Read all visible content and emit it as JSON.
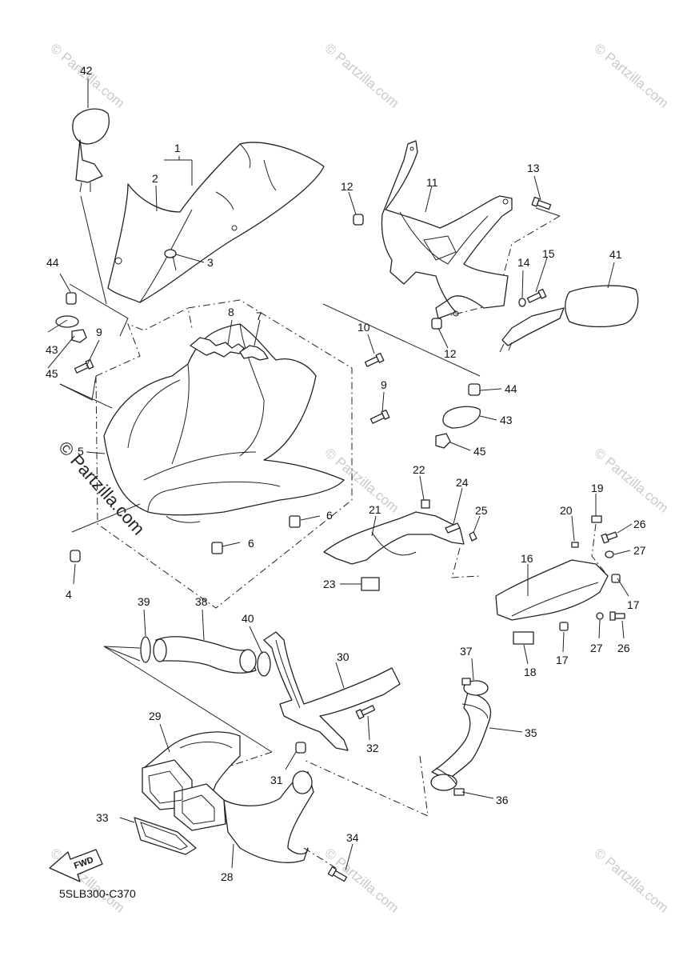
{
  "diagram": {
    "code": "5SLB300-C370",
    "fwd_label": "FWD",
    "watermark": "© Partzilla.com",
    "watermark_main": "© Partzilla.com"
  },
  "callouts": [
    {
      "id": "c1",
      "text": "1"
    },
    {
      "id": "c2",
      "text": "2"
    },
    {
      "id": "c3",
      "text": "3"
    },
    {
      "id": "c4",
      "text": "4"
    },
    {
      "id": "c5",
      "text": "5"
    },
    {
      "id": "c6a",
      "text": "6"
    },
    {
      "id": "c6b",
      "text": "6"
    },
    {
      "id": "c7",
      "text": "7"
    },
    {
      "id": "c8",
      "text": "8"
    },
    {
      "id": "c9a",
      "text": "9"
    },
    {
      "id": "c9b",
      "text": "9"
    },
    {
      "id": "c10",
      "text": "10"
    },
    {
      "id": "c11",
      "text": "11"
    },
    {
      "id": "c12a",
      "text": "12"
    },
    {
      "id": "c12b",
      "text": "12"
    },
    {
      "id": "c13",
      "text": "13"
    },
    {
      "id": "c14",
      "text": "14"
    },
    {
      "id": "c15",
      "text": "15"
    },
    {
      "id": "c16",
      "text": "16"
    },
    {
      "id": "c17a",
      "text": "17"
    },
    {
      "id": "c17b",
      "text": "17"
    },
    {
      "id": "c18",
      "text": "18"
    },
    {
      "id": "c19",
      "text": "19"
    },
    {
      "id": "c20",
      "text": "20"
    },
    {
      "id": "c21",
      "text": "21"
    },
    {
      "id": "c22",
      "text": "22"
    },
    {
      "id": "c23",
      "text": "23"
    },
    {
      "id": "c24",
      "text": "24"
    },
    {
      "id": "c25",
      "text": "25"
    },
    {
      "id": "c26a",
      "text": "26"
    },
    {
      "id": "c26b",
      "text": "26"
    },
    {
      "id": "c27a",
      "text": "27"
    },
    {
      "id": "c27b",
      "text": "27"
    },
    {
      "id": "c28",
      "text": "28"
    },
    {
      "id": "c29",
      "text": "29"
    },
    {
      "id": "c30",
      "text": "30"
    },
    {
      "id": "c31",
      "text": "31"
    },
    {
      "id": "c32",
      "text": "32"
    },
    {
      "id": "c33",
      "text": "33"
    },
    {
      "id": "c34",
      "text": "34"
    },
    {
      "id": "c35",
      "text": "35"
    },
    {
      "id": "c36",
      "text": "36"
    },
    {
      "id": "c37",
      "text": "37"
    },
    {
      "id": "c38",
      "text": "38"
    },
    {
      "id": "c39",
      "text": "39"
    },
    {
      "id": "c40",
      "text": "40"
    },
    {
      "id": "c41",
      "text": "41"
    },
    {
      "id": "c42",
      "text": "42"
    },
    {
      "id": "c43a",
      "text": "43"
    },
    {
      "id": "c43b",
      "text": "43"
    },
    {
      "id": "c44a",
      "text": "44"
    },
    {
      "id": "c44b",
      "text": "44"
    },
    {
      "id": "c45a",
      "text": "45"
    },
    {
      "id": "c45b",
      "text": "45"
    }
  ]
}
